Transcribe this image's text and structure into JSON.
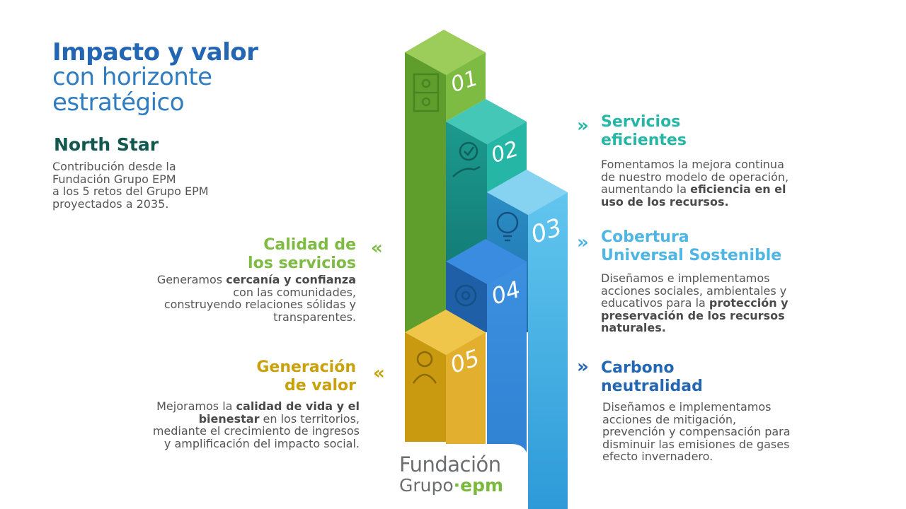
{
  "header": {
    "title_line1": "Impacto y valor",
    "title_line2": "con horizonte",
    "title_line3": "estratégico"
  },
  "north_star": {
    "title": "North Star",
    "lines": [
      "Contribución desde la",
      "Fundación Grupo EPM",
      "a los 5 retos del Grupo EPM",
      "proyectados a 2035."
    ]
  },
  "steps": [
    {
      "number": "01",
      "color": "#7dbb42",
      "icon": "puzzle-icon"
    },
    {
      "number": "02",
      "color": "#25b6a6",
      "icon": "hand-check-icon"
    },
    {
      "number": "03",
      "color": "#4fb6e4",
      "icon": "lightbulb-icon"
    },
    {
      "number": "04",
      "color": "#2c7fd0",
      "icon": "gear-icon"
    },
    {
      "number": "05",
      "color": "#e2b02e",
      "icon": "person-icon"
    }
  ],
  "challenges": {
    "servicios": {
      "title_line1": "Servicios",
      "title_line2": "eficientes",
      "color": "#25b6a6",
      "chevron": "»",
      "text_a": "Fomentamos la mejora continua",
      "text_b": "de nuestro modelo de operación,",
      "text_c": "aumentando la ",
      "bold_c": "eficiencia en el",
      "bold_d": "uso de los recursos."
    },
    "cobertura": {
      "title_line1": "Cobertura",
      "title_line2": "Universal Sostenible",
      "color": "#4fb6e4",
      "chevron": "»",
      "text_a": "Diseñamos e implementamos",
      "text_b": "acciones sociales, ambientales y",
      "text_c": "educativos para la ",
      "bold_c": "protección y",
      "bold_d": "preservación de los recursos",
      "bold_e": "naturales."
    },
    "carbono": {
      "title_line1": "Carbono",
      "title_line2": "neutralidad",
      "color": "#2366b4",
      "chevron": "»",
      "lines": [
        "Diseñamos e implementamos",
        "acciones de mitigación,",
        "prevención y compensación para",
        "disminuir las emisiones de gases",
        "efecto invernadero."
      ]
    },
    "calidad": {
      "title_line1": "Calidad de",
      "title_line2": "los servicios",
      "color": "#7dbb42",
      "chevron": "«",
      "text_a": "Generamos ",
      "bold_a": "cercanía y confianza",
      "text_b": "con las comunidades,",
      "text_c": "construyendo relaciones sólidas y",
      "text_d": "transparentes."
    },
    "generacion": {
      "title_line1": "Generación",
      "title_line2": "de valor",
      "color": "#c9a10b",
      "chevron": "«",
      "text_a": "Mejoramos la ",
      "bold_a": "calidad de vida y el",
      "bold_b": "bienestar",
      "text_b": " en los territorios,",
      "text_c": "mediante el crecimiento de ingresos",
      "text_d": "y amplificación del impacto social."
    }
  },
  "logo": {
    "line1": "Fundación",
    "line2_a": "Grupo",
    "line2_dot": "·",
    "line2_b": "epm"
  }
}
